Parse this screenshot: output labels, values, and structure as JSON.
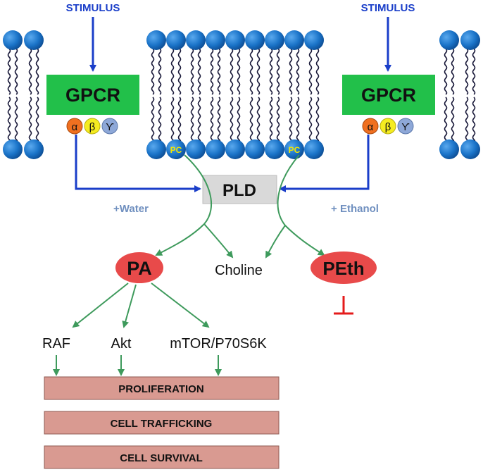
{
  "stimulus_left": "STIMULUS",
  "stimulus_right": "STIMULUS",
  "gpcr_left": "GPCR",
  "gpcr_right": "GPCR",
  "subunits": {
    "alpha": "α",
    "beta": "β",
    "gamma": "ϒ"
  },
  "pc_left": "PC",
  "pc_right": "PC",
  "pld": "PLD",
  "water": "+Water",
  "ethanol": "+ Ethanol",
  "pa": "PA",
  "choline": "Choline",
  "peth": "PEth",
  "raf": "RAF",
  "akt": "Akt",
  "mtor": "mTOR/P70S6K",
  "proliferation": "PROLIFERATION",
  "trafficking": "CELL TRAFFICKING",
  "survival": "CELL SURVIVAL",
  "colors": {
    "lipid_head": "#1a73c8",
    "gpcr": "#22c04a",
    "arrow_blue": "#1a3ec9",
    "arrow_green": "#3e9a5c",
    "pa_red": "#e84a4a",
    "inhibit": "#e41b1b",
    "box": "#d99a91",
    "text_blue_label": "#6f8fbf",
    "pc_text": "#f2e600"
  }
}
